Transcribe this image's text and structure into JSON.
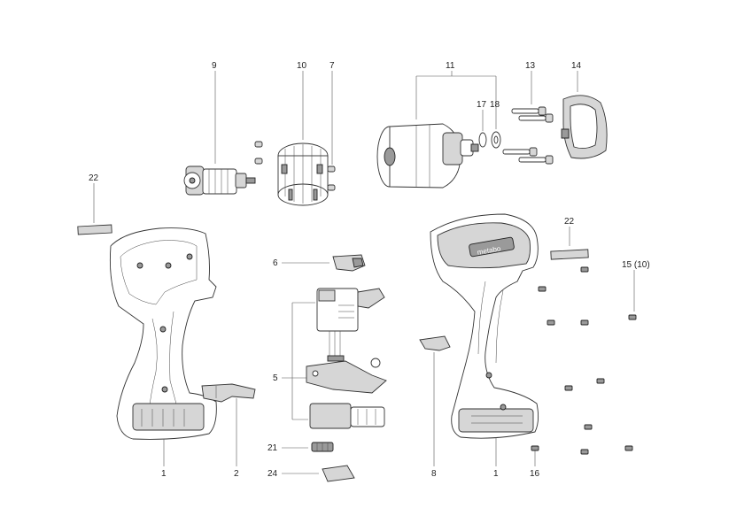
{
  "labels": {
    "l1_left": "1",
    "l2": "2",
    "l5": "5",
    "l6": "6",
    "l7": "7",
    "l8": "8",
    "l9": "9",
    "l10": "10",
    "l11": "11",
    "l13": "13",
    "l14": "14",
    "l15": "15 (10)",
    "l16": "16",
    "l17": "17",
    "l18": "18",
    "l21": "21",
    "l22_left": "22",
    "l22_right": "22",
    "l24": "24",
    "l1_right": "1"
  },
  "housing_brand": "metabo"
}
